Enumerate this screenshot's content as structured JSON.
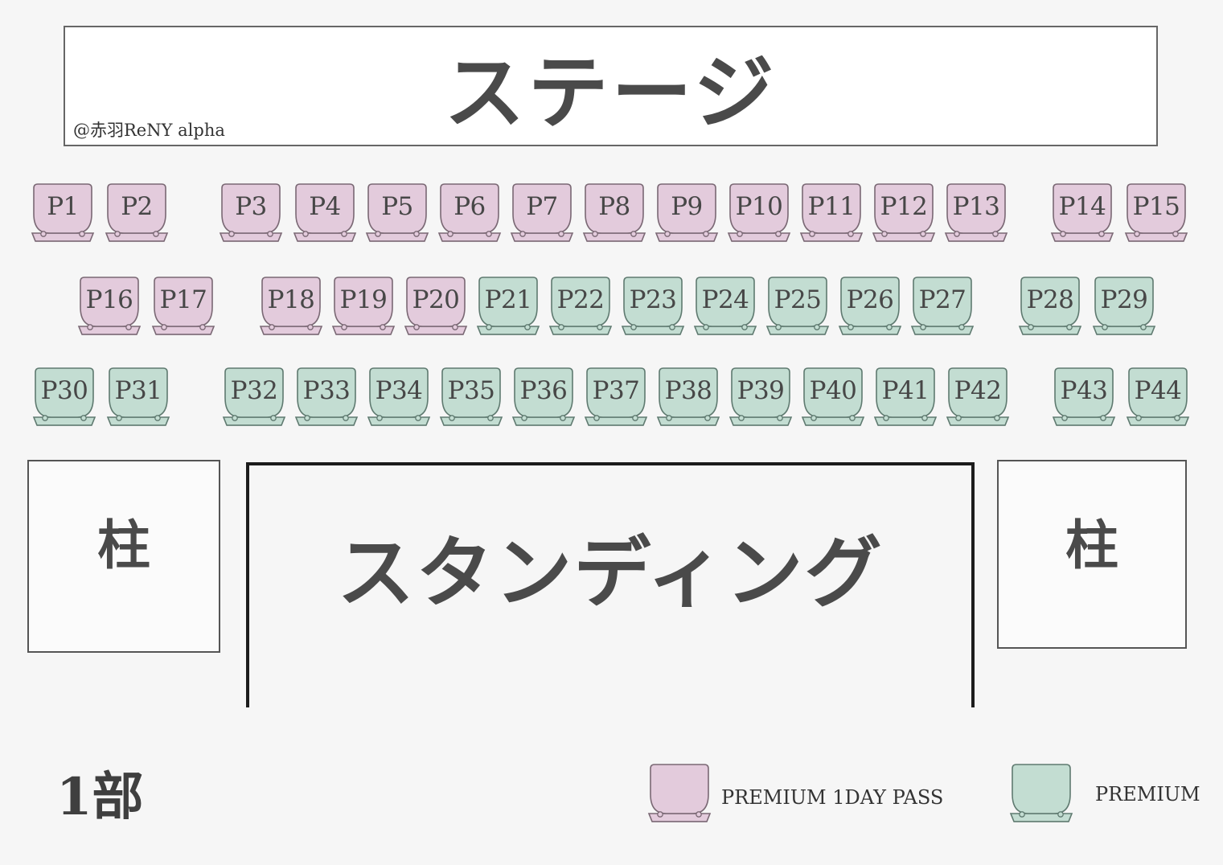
{
  "stage": {
    "title": "ステージ",
    "venue": "@赤羽ReNY alpha"
  },
  "colors": {
    "pink_fill": "#e3cbdc",
    "pink_stroke": "#7a6874",
    "green_fill": "#c3ddd2",
    "green_stroke": "#5f7a70"
  },
  "seat_rows": [
    [
      {
        "label": "P1",
        "type": "pink"
      },
      {
        "label": "P2",
        "type": "pink"
      },
      {
        "label": "P3",
        "type": "pink"
      },
      {
        "label": "P4",
        "type": "pink"
      },
      {
        "label": "P5",
        "type": "pink"
      },
      {
        "label": "P6",
        "type": "pink"
      },
      {
        "label": "P7",
        "type": "pink"
      },
      {
        "label": "P8",
        "type": "pink"
      },
      {
        "label": "P9",
        "type": "pink"
      },
      {
        "label": "P10",
        "type": "pink"
      },
      {
        "label": "P11",
        "type": "pink"
      },
      {
        "label": "P12",
        "type": "pink"
      },
      {
        "label": "P13",
        "type": "pink"
      },
      {
        "label": "P14",
        "type": "pink"
      },
      {
        "label": "P15",
        "type": "pink"
      }
    ],
    [
      {
        "label": "P16",
        "type": "pink"
      },
      {
        "label": "P17",
        "type": "pink"
      },
      {
        "label": "P18",
        "type": "pink"
      },
      {
        "label": "P19",
        "type": "pink"
      },
      {
        "label": "P20",
        "type": "pink"
      },
      {
        "label": "P21",
        "type": "green"
      },
      {
        "label": "P22",
        "type": "green"
      },
      {
        "label": "P23",
        "type": "green"
      },
      {
        "label": "P24",
        "type": "green"
      },
      {
        "label": "P25",
        "type": "green"
      },
      {
        "label": "P26",
        "type": "green"
      },
      {
        "label": "P27",
        "type": "green"
      },
      {
        "label": "P28",
        "type": "green"
      },
      {
        "label": "P29",
        "type": "green"
      }
    ],
    [
      {
        "label": "P30",
        "type": "green"
      },
      {
        "label": "P31",
        "type": "green"
      },
      {
        "label": "P32",
        "type": "green"
      },
      {
        "label": "P33",
        "type": "green"
      },
      {
        "label": "P34",
        "type": "green"
      },
      {
        "label": "P35",
        "type": "green"
      },
      {
        "label": "P36",
        "type": "green"
      },
      {
        "label": "P37",
        "type": "green"
      },
      {
        "label": "P38",
        "type": "green"
      },
      {
        "label": "P39",
        "type": "green"
      },
      {
        "label": "P40",
        "type": "green"
      },
      {
        "label": "P41",
        "type": "green"
      },
      {
        "label": "P42",
        "type": "green"
      },
      {
        "label": "P43",
        "type": "green"
      },
      {
        "label": "P44",
        "type": "green"
      }
    ]
  ],
  "pillars": {
    "left_label": "柱",
    "right_label": "柱"
  },
  "standing": {
    "title": "スタンディング"
  },
  "part": "1部",
  "legend": [
    {
      "type": "pink",
      "label": "PREMIUM  1DAY  PASS"
    },
    {
      "type": "green",
      "label": "PREMIUM"
    }
  ]
}
